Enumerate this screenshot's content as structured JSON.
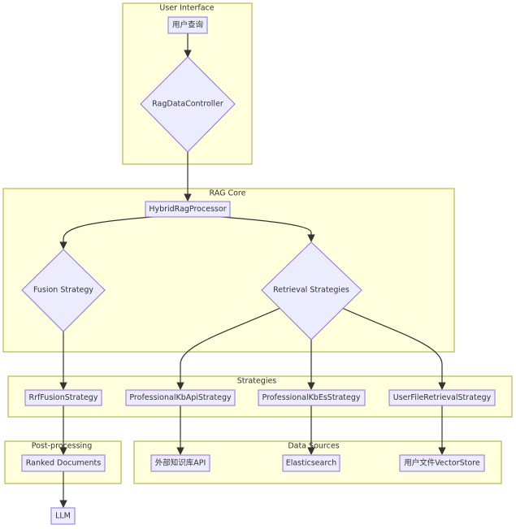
{
  "subgraphs": {
    "user_interface": "User Interface",
    "rag_core": "RAG Core",
    "strategies": "Strategies",
    "post_processing": "Post-processing",
    "data_sources": "Data Sources"
  },
  "nodes": {
    "user_query": "用户查询",
    "rag_data_controller": "RagDataController",
    "hybrid_rag_processor": "HybridRagProcessor",
    "fusion_strategy": "Fusion Strategy",
    "retrieval_strategies": "Retrieval Strategies",
    "rrf_fusion_strategy": "RrfFusionStrategy",
    "professional_kb_api_strategy": "ProfessionalKbApiStrategy",
    "professional_kb_es_strategy": "ProfessionalKbEsStrategy",
    "user_file_retrieval_strategy": "UserFileRetrievalStrategy",
    "ranked_documents": "Ranked Documents",
    "external_kb_api": "外部知识库API",
    "elasticsearch": "Elasticsearch",
    "user_file_vector_store": "用户文件VectorStore",
    "llm": "LLM"
  },
  "colors": {
    "cluster_fill": "#ffffde",
    "cluster_stroke": "#aaaa33",
    "node_fill": "#ececff",
    "node_stroke": "#9370db",
    "edge": "#333333"
  }
}
